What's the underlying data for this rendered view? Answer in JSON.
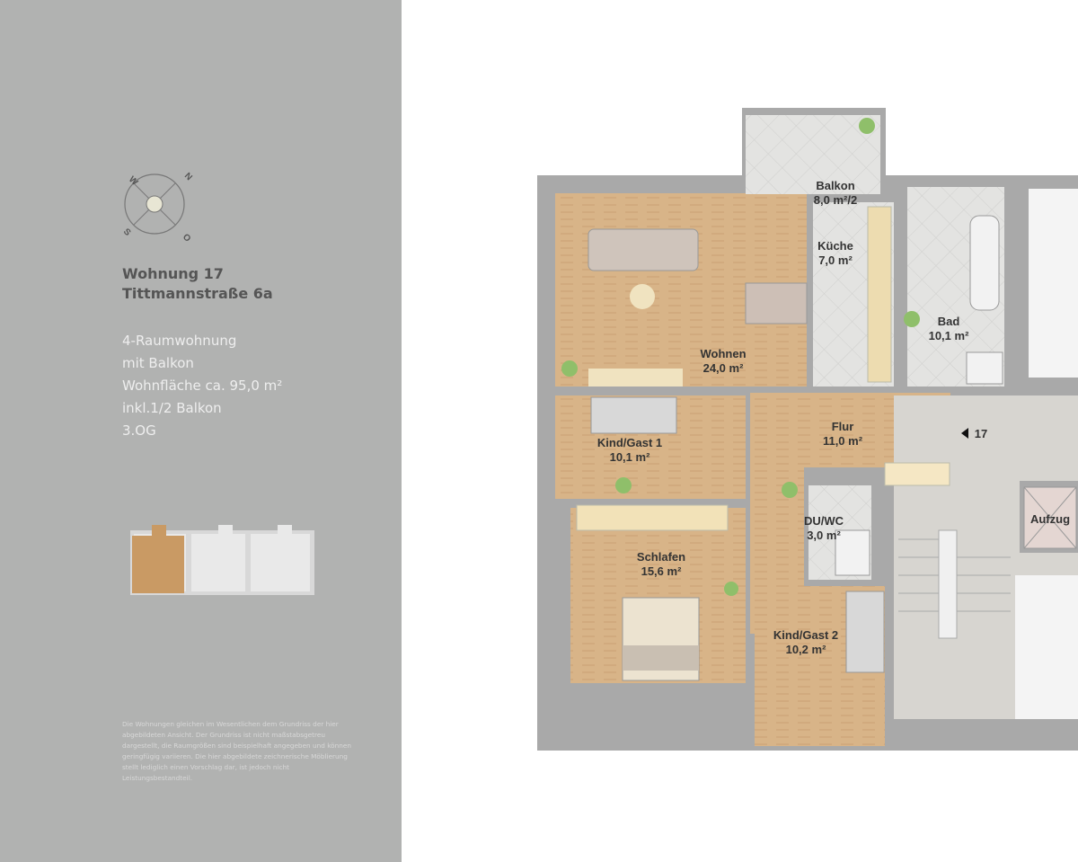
{
  "sidebar": {
    "compass": {
      "n": "N",
      "o": "O",
      "s": "S",
      "w": "W"
    },
    "title_line1": "Wohnung 17",
    "title_line2": "Tittmannstraße 6a",
    "details": [
      "4-Raumwohnung",
      "mit Balkon",
      "Wohnfläche ca. 95,0 m²",
      "inkl.1/2 Balkon",
      "3.OG"
    ],
    "disclaimer": "Die Wohnungen gleichen im Wesentlichen dem Grundriss der hier abgebildeten Ansicht. Der Grundriss ist nicht maßstabsgetreu dargestellt, die Raumgrößen sind beispielhaft angegeben und können geringfügig variieren. Die hier abgebildete zeichnerische Möblierung stellt lediglich einen Vorschlag dar, ist jedoch nicht Leistungsbestandteil."
  },
  "plan": {
    "rooms": [
      {
        "name": "Balkon",
        "area": "8,0 m²/2"
      },
      {
        "name": "Küche",
        "area": "7,0 m²"
      },
      {
        "name": "Bad",
        "area": "10,1 m²"
      },
      {
        "name": "Wohnen",
        "area": "24,0 m²"
      },
      {
        "name": "Flur",
        "area": "11,0 m²"
      },
      {
        "name": "Kind/Gast 1",
        "area": "10,1 m²"
      },
      {
        "name": "DU/WC",
        "area": "3,0 m²"
      },
      {
        "name": "Schlafen",
        "area": "15,6 m²"
      },
      {
        "name": "Kind/Gast 2",
        "area": "10,2 m²"
      }
    ],
    "entrance_label": "17",
    "elevator_label": "Aufzug"
  },
  "colors": {
    "sidebar": "#b1b2b1",
    "wall": "#a9a9a9",
    "wood": "#d8b488",
    "tile": "#e2e2e0",
    "stair": "#d7d5d0"
  }
}
